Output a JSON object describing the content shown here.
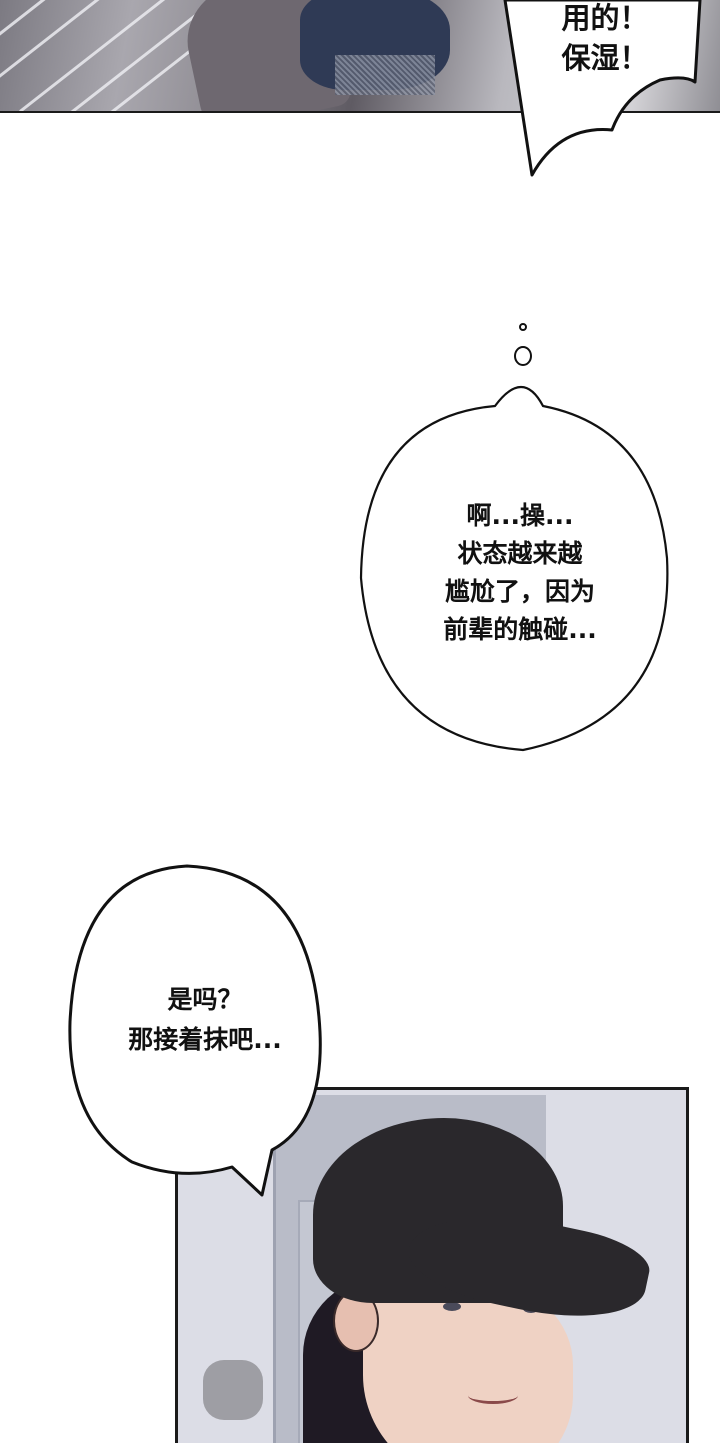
{
  "comic": {
    "panels": [
      {
        "id": "top-panel",
        "description": "blurred action scene, gray and navy tones",
        "bubble": {
          "type": "shout",
          "lines": [
            "用的！",
            "保湿！"
          ]
        }
      },
      {
        "id": "thought-panel",
        "bubble": {
          "type": "thought",
          "lines": [
            "啊...操...",
            "状态越来越",
            "尴尬了，因为",
            "前辈的触碰..."
          ]
        }
      },
      {
        "id": "bottom-panel",
        "description": "young man with long black hair in a black baseball cap, smiling",
        "bubble": {
          "type": "speech",
          "lines": [
            "是吗？",
            "那接着抹吧..."
          ]
        }
      }
    ]
  },
  "colors": {
    "ink": "#111111",
    "cap": "#2a282c",
    "hair": "#1f1a24",
    "skin": "#efd2c4",
    "wall": "#dcdde6",
    "door": "#b9bcc8"
  }
}
